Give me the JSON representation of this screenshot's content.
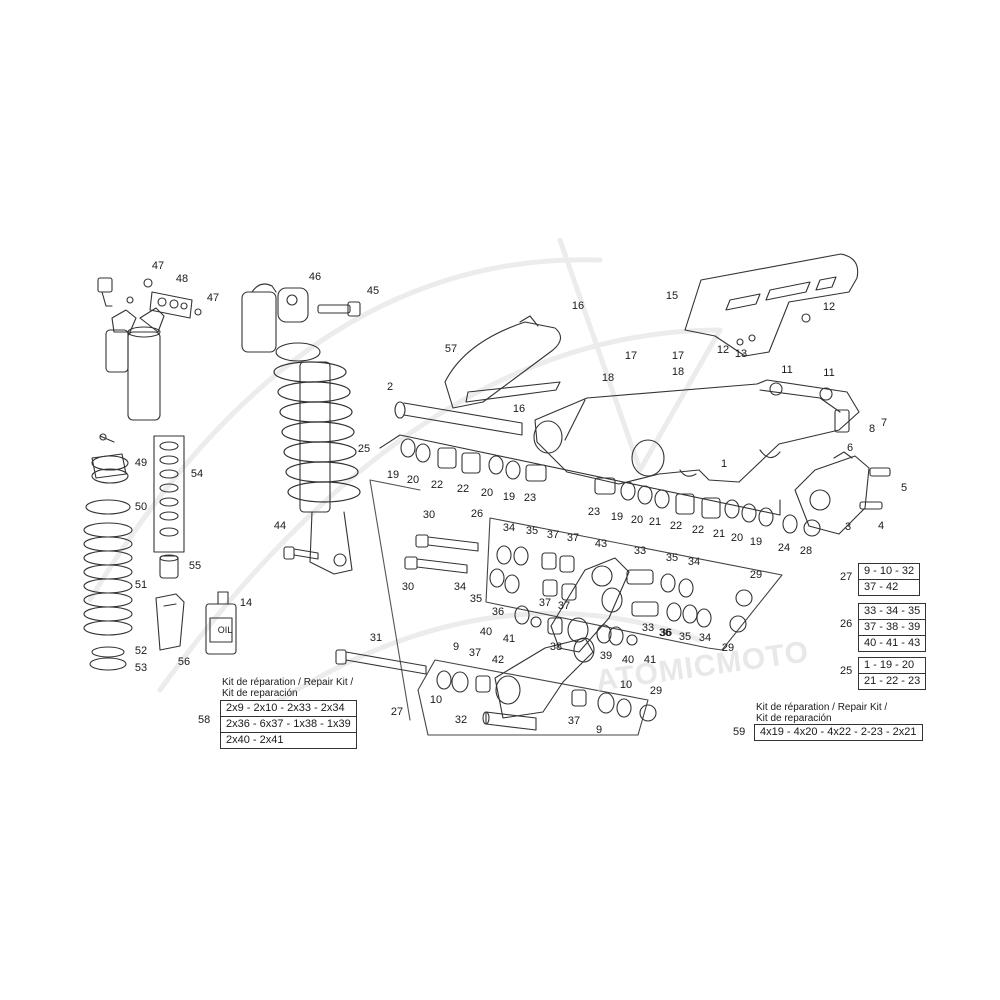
{
  "watermark": "ATOMICMOTO",
  "kit58": {
    "title_fr": "Kit de réparation / Repair Kit /",
    "title_es": "Kit de reparación",
    "ref": "58",
    "rows": [
      "2x9 - 2x10 - 2x33 - 2x34",
      "2x36 - 6x37 - 1x38 - 1x39",
      "2x40 - 2x41"
    ]
  },
  "kit59": {
    "title_fr": "Kit de réparation / Repair Kit /",
    "title_es": "Kit de reparación",
    "ref": "59",
    "rows": [
      "4x19 - 4x20 - 4x22 - 2-23 - 2x21"
    ]
  },
  "group27": {
    "ref": "27",
    "rows": [
      "9 - 10 - 32",
      "37 - 42"
    ]
  },
  "group26": {
    "ref": "26",
    "rows": [
      "33 - 34 - 35",
      "37 - 38 - 39",
      "40 - 41 - 43"
    ]
  },
  "group25": {
    "ref": "25",
    "rows": [
      "1 - 19 - 20",
      "21 - 22 - 23"
    ]
  },
  "labels": [
    "47",
    "48",
    "47",
    "46",
    "45",
    "16",
    "15",
    "12",
    "12",
    "13",
    "57",
    "17",
    "17",
    "18",
    "18",
    "16",
    "2",
    "11",
    "11",
    "8",
    "7",
    "6",
    "5",
    "4",
    "3",
    "1",
    "25",
    "19",
    "20",
    "22",
    "22",
    "20",
    "19",
    "23",
    "23",
    "19",
    "20",
    "21",
    "22",
    "22",
    "21",
    "20",
    "19",
    "24",
    "28",
    "49",
    "54",
    "50",
    "51",
    "52",
    "53",
    "44",
    "30",
    "30",
    "26",
    "34",
    "35",
    "37",
    "37",
    "36",
    "37",
    "37",
    "34",
    "35",
    "36",
    "33",
    "35",
    "34",
    "43",
    "40",
    "41",
    "38",
    "33",
    "36",
    "35",
    "34",
    "40",
    "41",
    "29",
    "29",
    "14",
    "56",
    "55",
    "31",
    "9",
    "37",
    "42",
    "39",
    "10",
    "29",
    "10",
    "37",
    "9",
    "32",
    "27"
  ],
  "oil_label": "OIL"
}
